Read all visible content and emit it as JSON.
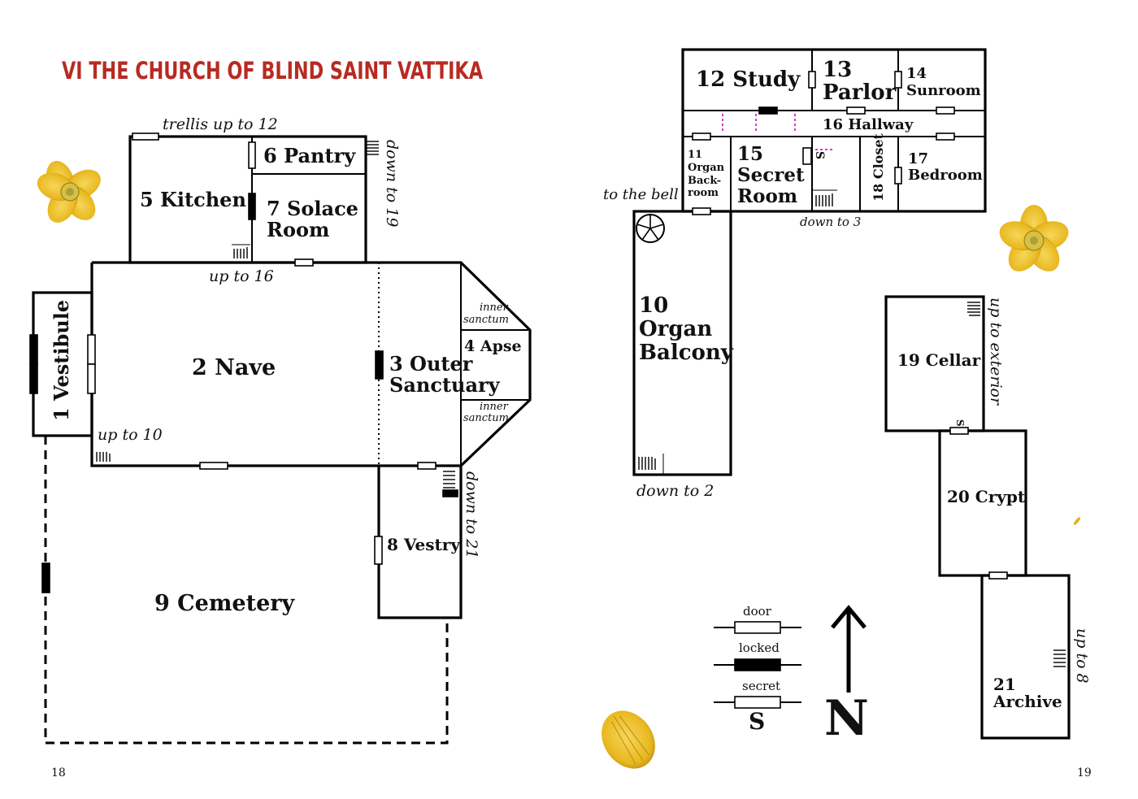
{
  "title": "VI THE CHURCH OF BLIND SAINT VATTIKA",
  "page_numbers": {
    "left": "18",
    "right": "19"
  },
  "rooms": {
    "r1": "1 Vestibule",
    "r2": "2 Nave",
    "r3a": "3 Outer",
    "r3b": "Sanctuary",
    "r4": "4 Apse",
    "r5": "5 Kitchen",
    "r6": "6 Pantry",
    "r7a": "7 Solace",
    "r7b": "Room",
    "r8": "8 Vestry",
    "r9": "9 Cemetery",
    "r10a": "10",
    "r10b": "Organ",
    "r10c": "Balcony",
    "r11a": "11",
    "r11b": "Organ",
    "r11c": "Back-",
    "r11d": "room",
    "r12": "12 Study",
    "r13a": "13",
    "r13b": "Parlor",
    "r14a": "14",
    "r14b": "Sunroom",
    "r15a": "15",
    "r15b": "Secret",
    "r15c": "Room",
    "r16": "16 Hallway",
    "r17a": "17",
    "r17b": "Bedroom",
    "r18": "18 Closet",
    "r19": "19 Cellar",
    "r20": "20 Crypt",
    "r21a": "21",
    "r21b": "Archive"
  },
  "notes": {
    "trellis": "trellis up to 12",
    "down19": "down to 19",
    "up16": "up to 16",
    "up10": "up to 10",
    "down21": "down to 21",
    "inner1a": "inner",
    "inner1b": "sanctum",
    "inner2a": "inner",
    "inner2b": "sanctum",
    "tobell": "to the bell",
    "down3": "down to 3",
    "down2": "down to 2",
    "upext": "up to exterior",
    "up8": "up to 8",
    "secret_mark": "S"
  },
  "legend": {
    "door": "door",
    "locked": "locked",
    "secret": "secret",
    "secret_symbol": "S",
    "north": "N"
  },
  "colors": {
    "title": "#b82a22",
    "secret_path": "#d23cc8",
    "flower": "#f2c230"
  }
}
